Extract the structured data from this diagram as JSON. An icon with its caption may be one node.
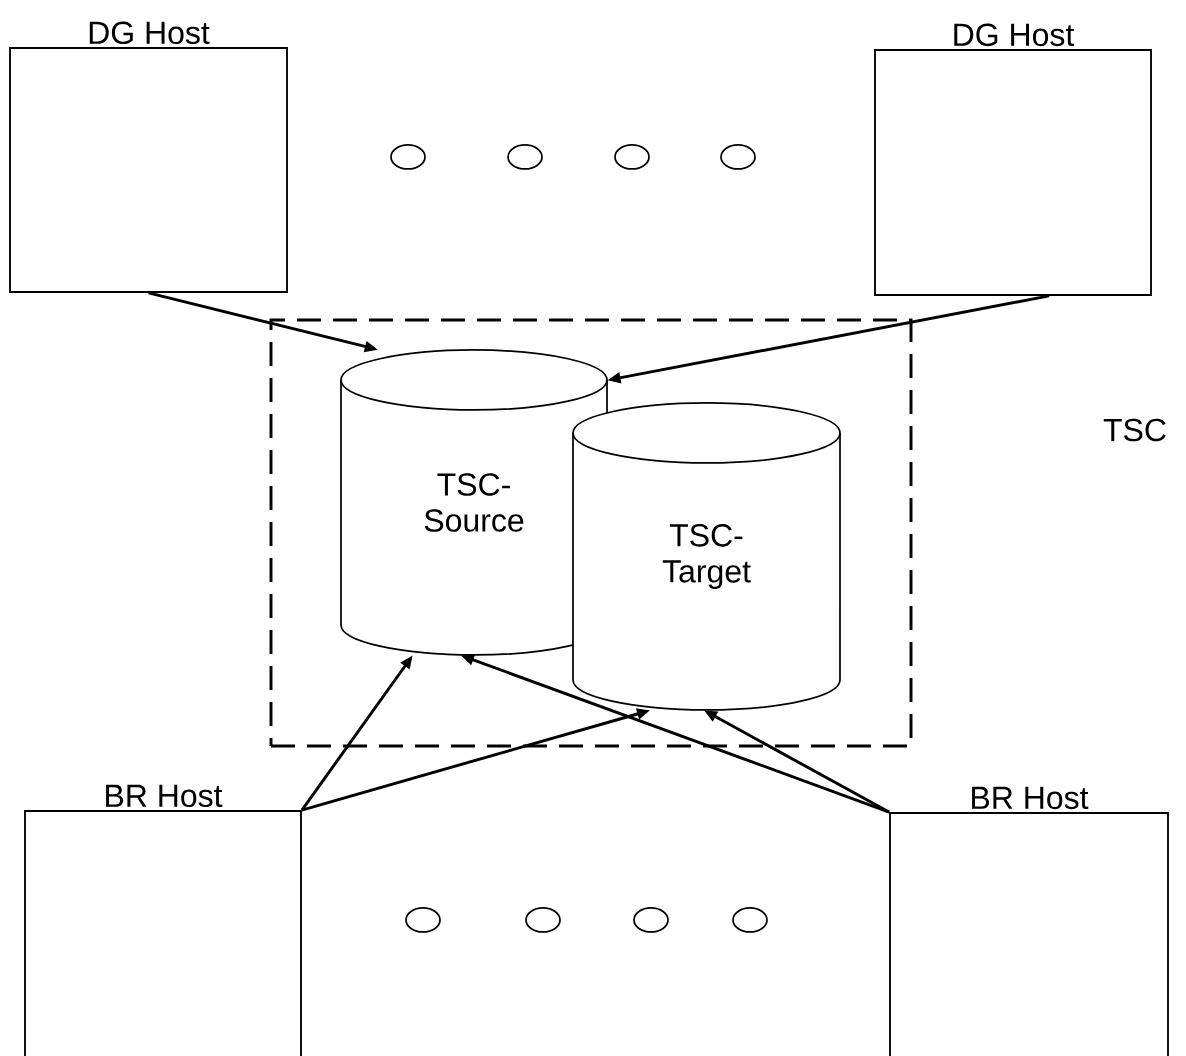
{
  "diagram": {
    "nodes": [
      {
        "text": [
          "DG Host"
        ]
      },
      {
        "text": [
          "DG Host"
        ]
      },
      {
        "text": [],
        "shape": "box"
      },
      {
        "text": [
          "TSC- Source"
        ],
        "in": 2
      },
      {
        "text": [
          "TSC- Target"
        ],
        "in": 2
      },
      {
        "text": [
          "BR Host"
        ]
      },
      {
        "text": [
          "BR Host"
        ]
      },
      {
        "text": [],
        "shape": "circle"
      },
      {
        "text": [],
        "shape": "circle"
      },
      {
        "text": [],
        "shape": "circle"
      },
      {
        "text": [],
        "shape": "circle"
      },
      {
        "text": [],
        "shape": "circle"
      },
      {
        "text": [],
        "shape": "circle"
      },
      {
        "text": [],
        "shape": "circle"
      },
      {
        "text": [],
        "shape": "circle"
      }
    ],
    "edges": [
      {
        "from": 0,
        "to": 3,
        "arrow": "to"
      },
      {
        "from": 1,
        "to": 3,
        "arrow": "to"
      },
      {
        "from": 5,
        "to": 3,
        "arrow": "to"
      },
      {
        "from": 5,
        "to": 4,
        "arrow": "to"
      },
      {
        "from": 6,
        "to": 3,
        "arrow": "to"
      },
      {
        "from": 6,
        "to": 4,
        "arrow": "to"
      }
    ],
    "labels": [
      "TSC"
    ]
  }
}
